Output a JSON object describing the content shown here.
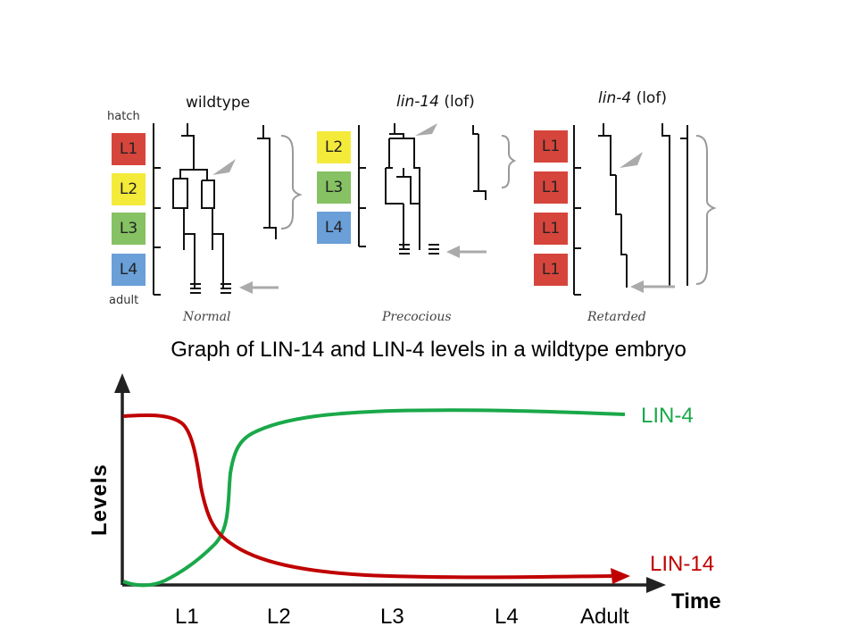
{
  "panels": [
    {
      "title": "wildtype",
      "title_italic": "",
      "title_suffix": "",
      "caption": "Normal",
      "stages": [
        {
          "label": "L1",
          "color": "#d6453c"
        },
        {
          "label": "L2",
          "color": "#f4ea3a"
        },
        {
          "label": "L3",
          "color": "#86c163"
        },
        {
          "label": "L4",
          "color": "#6a9fd8"
        }
      ],
      "hatch_label": "hatch",
      "adult_label": "adult"
    },
    {
      "title": "",
      "title_italic": "lin-14",
      "title_suffix": " (lof)",
      "caption": "Precocious",
      "stages": [
        {
          "label": "L2",
          "color": "#f4ea3a"
        },
        {
          "label": "L3",
          "color": "#86c163"
        },
        {
          "label": "L4",
          "color": "#6a9fd8"
        }
      ]
    },
    {
      "title": "",
      "title_italic": "lin-4",
      "title_suffix": " (lof)",
      "caption": "Retarded",
      "stages": [
        {
          "label": "L1",
          "color": "#d6453c"
        },
        {
          "label": "L1",
          "color": "#d6453c"
        },
        {
          "label": "L1",
          "color": "#d6453c"
        },
        {
          "label": "L1",
          "color": "#d6453c"
        }
      ]
    }
  ],
  "graph": {
    "title": "Graph of LIN-14 and LIN-4 levels in a wildtype embryo",
    "ylabel": "Levels",
    "xlabel": "Time",
    "x_ticks": [
      "L1",
      "L2",
      "L3",
      "L4",
      "Adult"
    ],
    "series": [
      {
        "name": "LIN-4",
        "color": "#1aa84a"
      },
      {
        "name": "LIN-14",
        "color": "#c00000"
      }
    ]
  }
}
